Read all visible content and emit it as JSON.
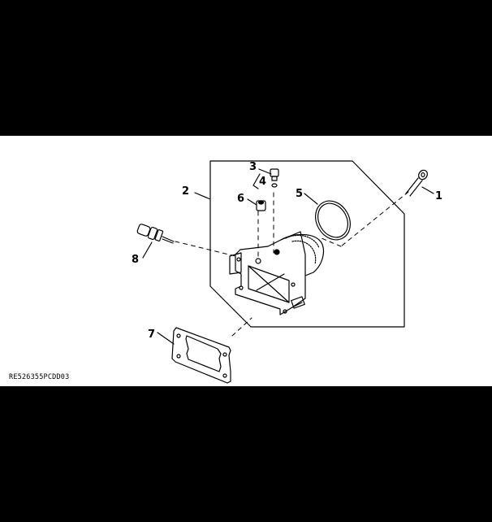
{
  "diagram": {
    "type": "exploded-parts-view",
    "figure_id": "RE526355PCDD03",
    "callouts": [
      {
        "id": 1,
        "label": "1",
        "part": "bolt"
      },
      {
        "id": 2,
        "label": "2",
        "part": "housing-assembly-group"
      },
      {
        "id": 3,
        "label": "3",
        "part": "plug"
      },
      {
        "id": 4,
        "label": "4",
        "part": "o-ring-small"
      },
      {
        "id": 5,
        "label": "5",
        "part": "o-ring-large"
      },
      {
        "id": 6,
        "label": "6",
        "part": "plug-fitting"
      },
      {
        "id": 7,
        "label": "7",
        "part": "gasket"
      },
      {
        "id": 8,
        "label": "8",
        "part": "sensor"
      }
    ]
  },
  "colors": {
    "background": "#000000",
    "panel": "#ffffff",
    "line": "#000000"
  }
}
